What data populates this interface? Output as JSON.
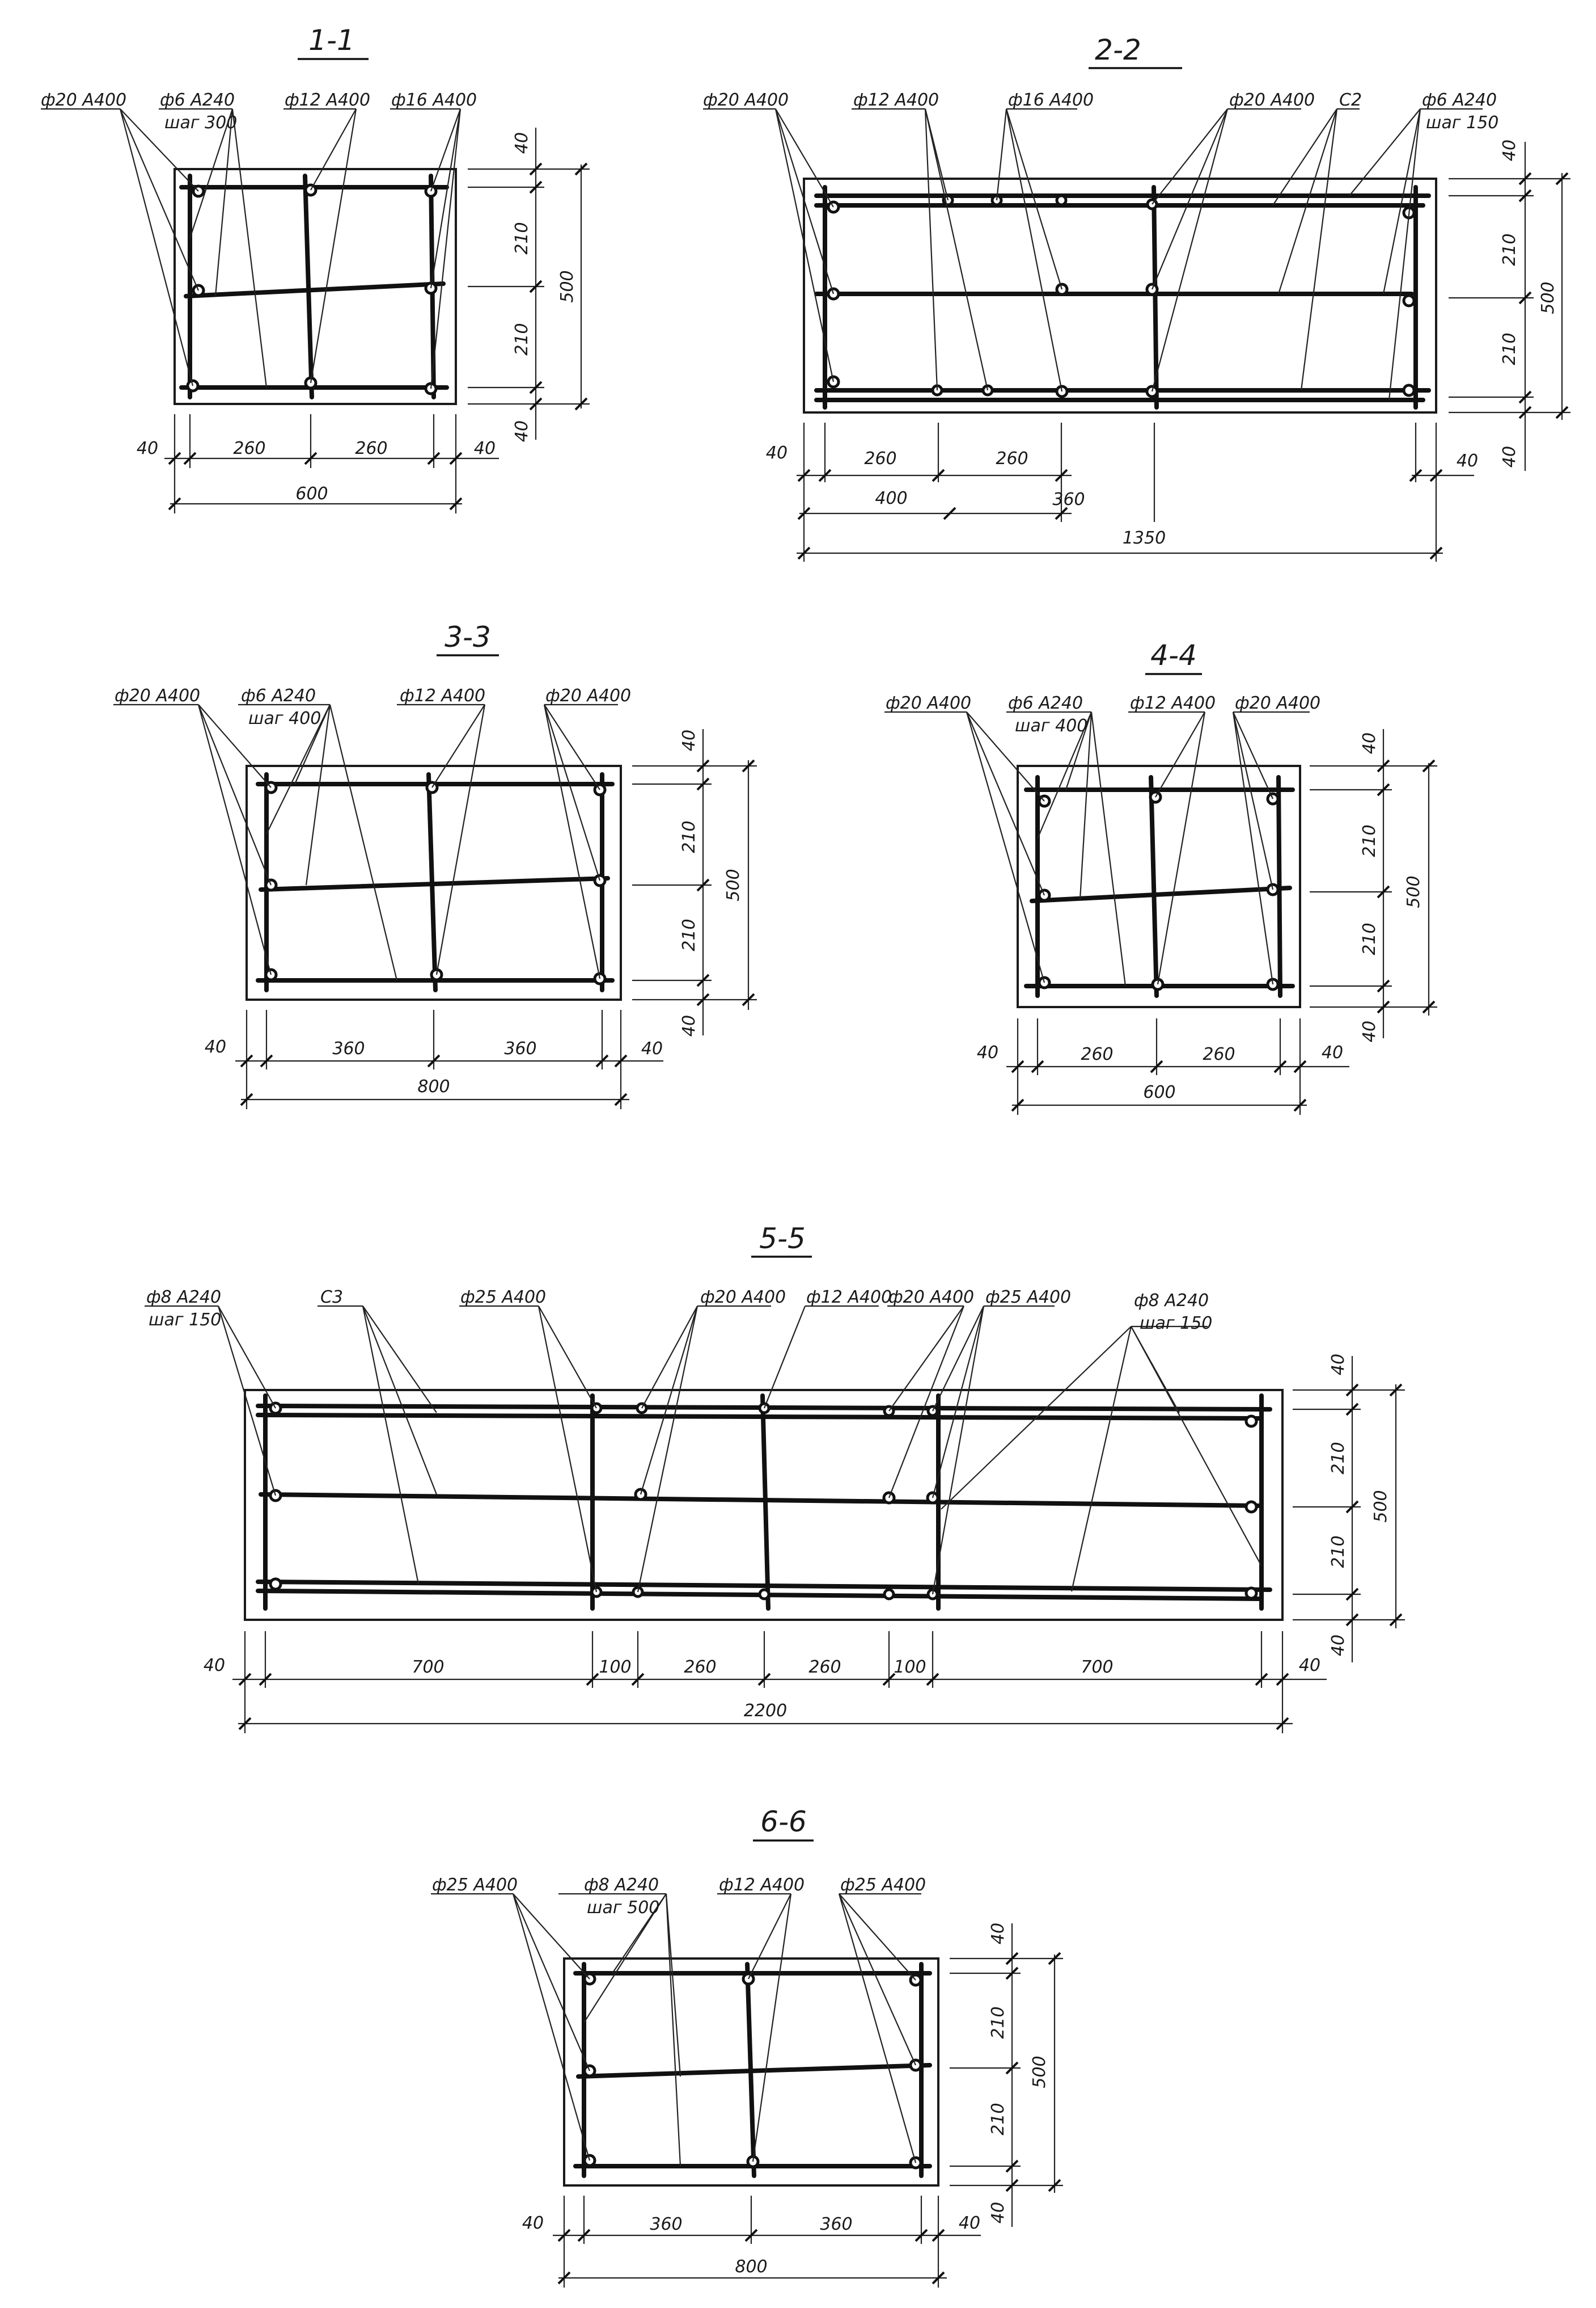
{
  "sections": [
    {
      "title": "1-1",
      "labels": [
        "ф20 А400",
        "ф6 А240",
        "шаг 300",
        "ф12 А400",
        "ф16 А400"
      ],
      "dims": {
        "horizontal": [
          "40",
          "260",
          "260",
          "40",
          "600"
        ],
        "vertical": [
          "40",
          "210",
          "210",
          "40",
          "500"
        ]
      }
    },
    {
      "title": "2-2",
      "labels": [
        "ф20 А400",
        "ф12 А400",
        "ф16 А400",
        "ф20 А400",
        "С2",
        "ф6 А240",
        "шаг 150"
      ],
      "dims": {
        "horizontal": [
          "40",
          "260",
          "260",
          "400",
          "360",
          "40",
          "1350"
        ],
        "vertical": [
          "40",
          "210",
          "210",
          "40",
          "500"
        ]
      }
    },
    {
      "title": "3-3",
      "labels": [
        "ф20 А400",
        "ф6 А240",
        "шаг 400",
        "ф12 А400",
        "ф20 А400"
      ],
      "dims": {
        "horizontal": [
          "40",
          "360",
          "360",
          "40",
          "800"
        ],
        "vertical": [
          "40",
          "210",
          "210",
          "40",
          "500"
        ]
      }
    },
    {
      "title": "4-4",
      "labels": [
        "ф20 А400",
        "ф6 А240",
        "шаг 400",
        "ф12 А400",
        "ф20 А400"
      ],
      "dims": {
        "horizontal": [
          "40",
          "260",
          "260",
          "40",
          "600"
        ],
        "vertical": [
          "40",
          "210",
          "210",
          "40",
          "500"
        ]
      }
    },
    {
      "title": "5-5",
      "labels": [
        "ф8 А240",
        "шаг 150",
        "С3",
        "ф25 А400",
        "ф20 А400",
        "ф12 А400",
        "ф20 А400",
        "ф25 А400",
        "ф8 А240",
        "шаг 150"
      ],
      "dims": {
        "horizontal": [
          "40",
          "700",
          "100",
          "260",
          "260",
          "100",
          "700",
          "40",
          "2200"
        ],
        "vertical": [
          "40",
          "210",
          "210",
          "40",
          "500"
        ]
      }
    },
    {
      "title": "6-6",
      "labels": [
        "ф25 А400",
        "ф8 А240",
        "шаг 500",
        "ф12 А400",
        "ф25 А400"
      ],
      "dims": {
        "horizontal": [
          "40",
          "360",
          "360",
          "40",
          "800"
        ],
        "vertical": [
          "40",
          "210",
          "210",
          "40",
          "500"
        ]
      }
    }
  ]
}
